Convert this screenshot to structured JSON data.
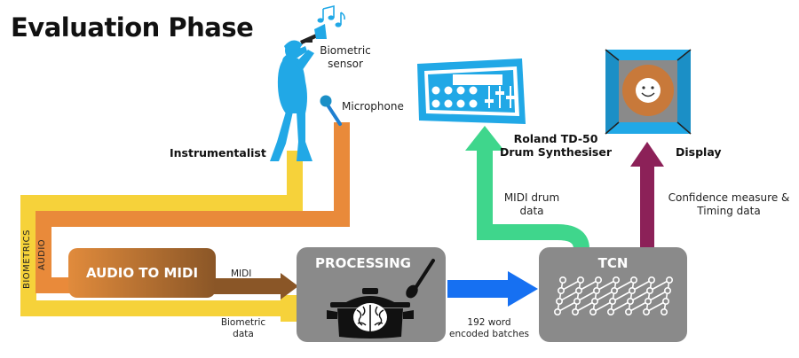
{
  "title": "Evaluation Phase",
  "labels": {
    "biometric_sensor": "Biometric\nsensor",
    "microphone": "Microphone",
    "instrumentalist": "Instrumentalist",
    "biometrics": "BIOMETRICS",
    "audio": "AUDIO",
    "roland_td50": "Roland TD-50\nDrum Synthesiser",
    "display": "Display",
    "midi_drum_data": "MIDI drum\ndata",
    "confidence_timing": "Confidence measure &\nTiming data",
    "midi": "MIDI",
    "biometric_data": "Biometric\ndata",
    "encoded_batches": "192 word\nencoded batches"
  },
  "boxes": {
    "audio_to_midi": "AUDIO TO MIDI",
    "processing": "PROCESSING",
    "tcn": "TCN"
  },
  "colors": {
    "yellow": "#f6d23a",
    "orange": "#e98a3a",
    "brown": "#8a5627",
    "green": "#3fd68c",
    "maroon": "#8c2158",
    "blue": "#1670f2",
    "cyan": "#21a8e6",
    "gray": "#8a8a8a"
  },
  "icons": [
    "trumpet-player-icon",
    "music-notes-icon",
    "microphone-icon",
    "drum-synth-icon",
    "display-face-icon",
    "pot-brain-icon",
    "neural-network-icon"
  ]
}
